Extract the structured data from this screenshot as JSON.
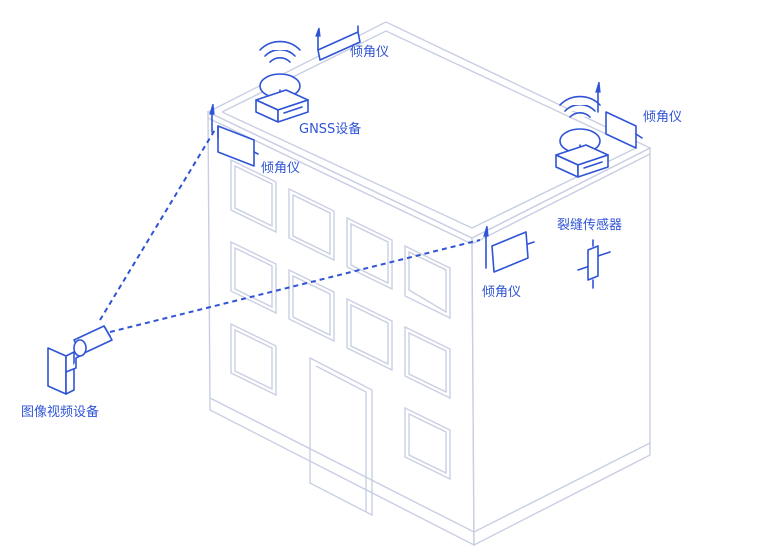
{
  "labels": {
    "gnss": "GNSS设备",
    "tilt_top": "倾角仪",
    "tilt_left": "倾角仪",
    "tilt_right_roof": "倾角仪",
    "tilt_wall": "倾角仪",
    "crack_sensor": "裂缝传感器",
    "video_device": "图像视频设备"
  },
  "colors": {
    "accent": "#2f54d6",
    "building_line": "#c9cfe3"
  },
  "icons": [
    "gnss-device-icon",
    "tiltmeter-icon",
    "crack-sensor-icon",
    "camera-icon",
    "wifi-signal-icon"
  ]
}
